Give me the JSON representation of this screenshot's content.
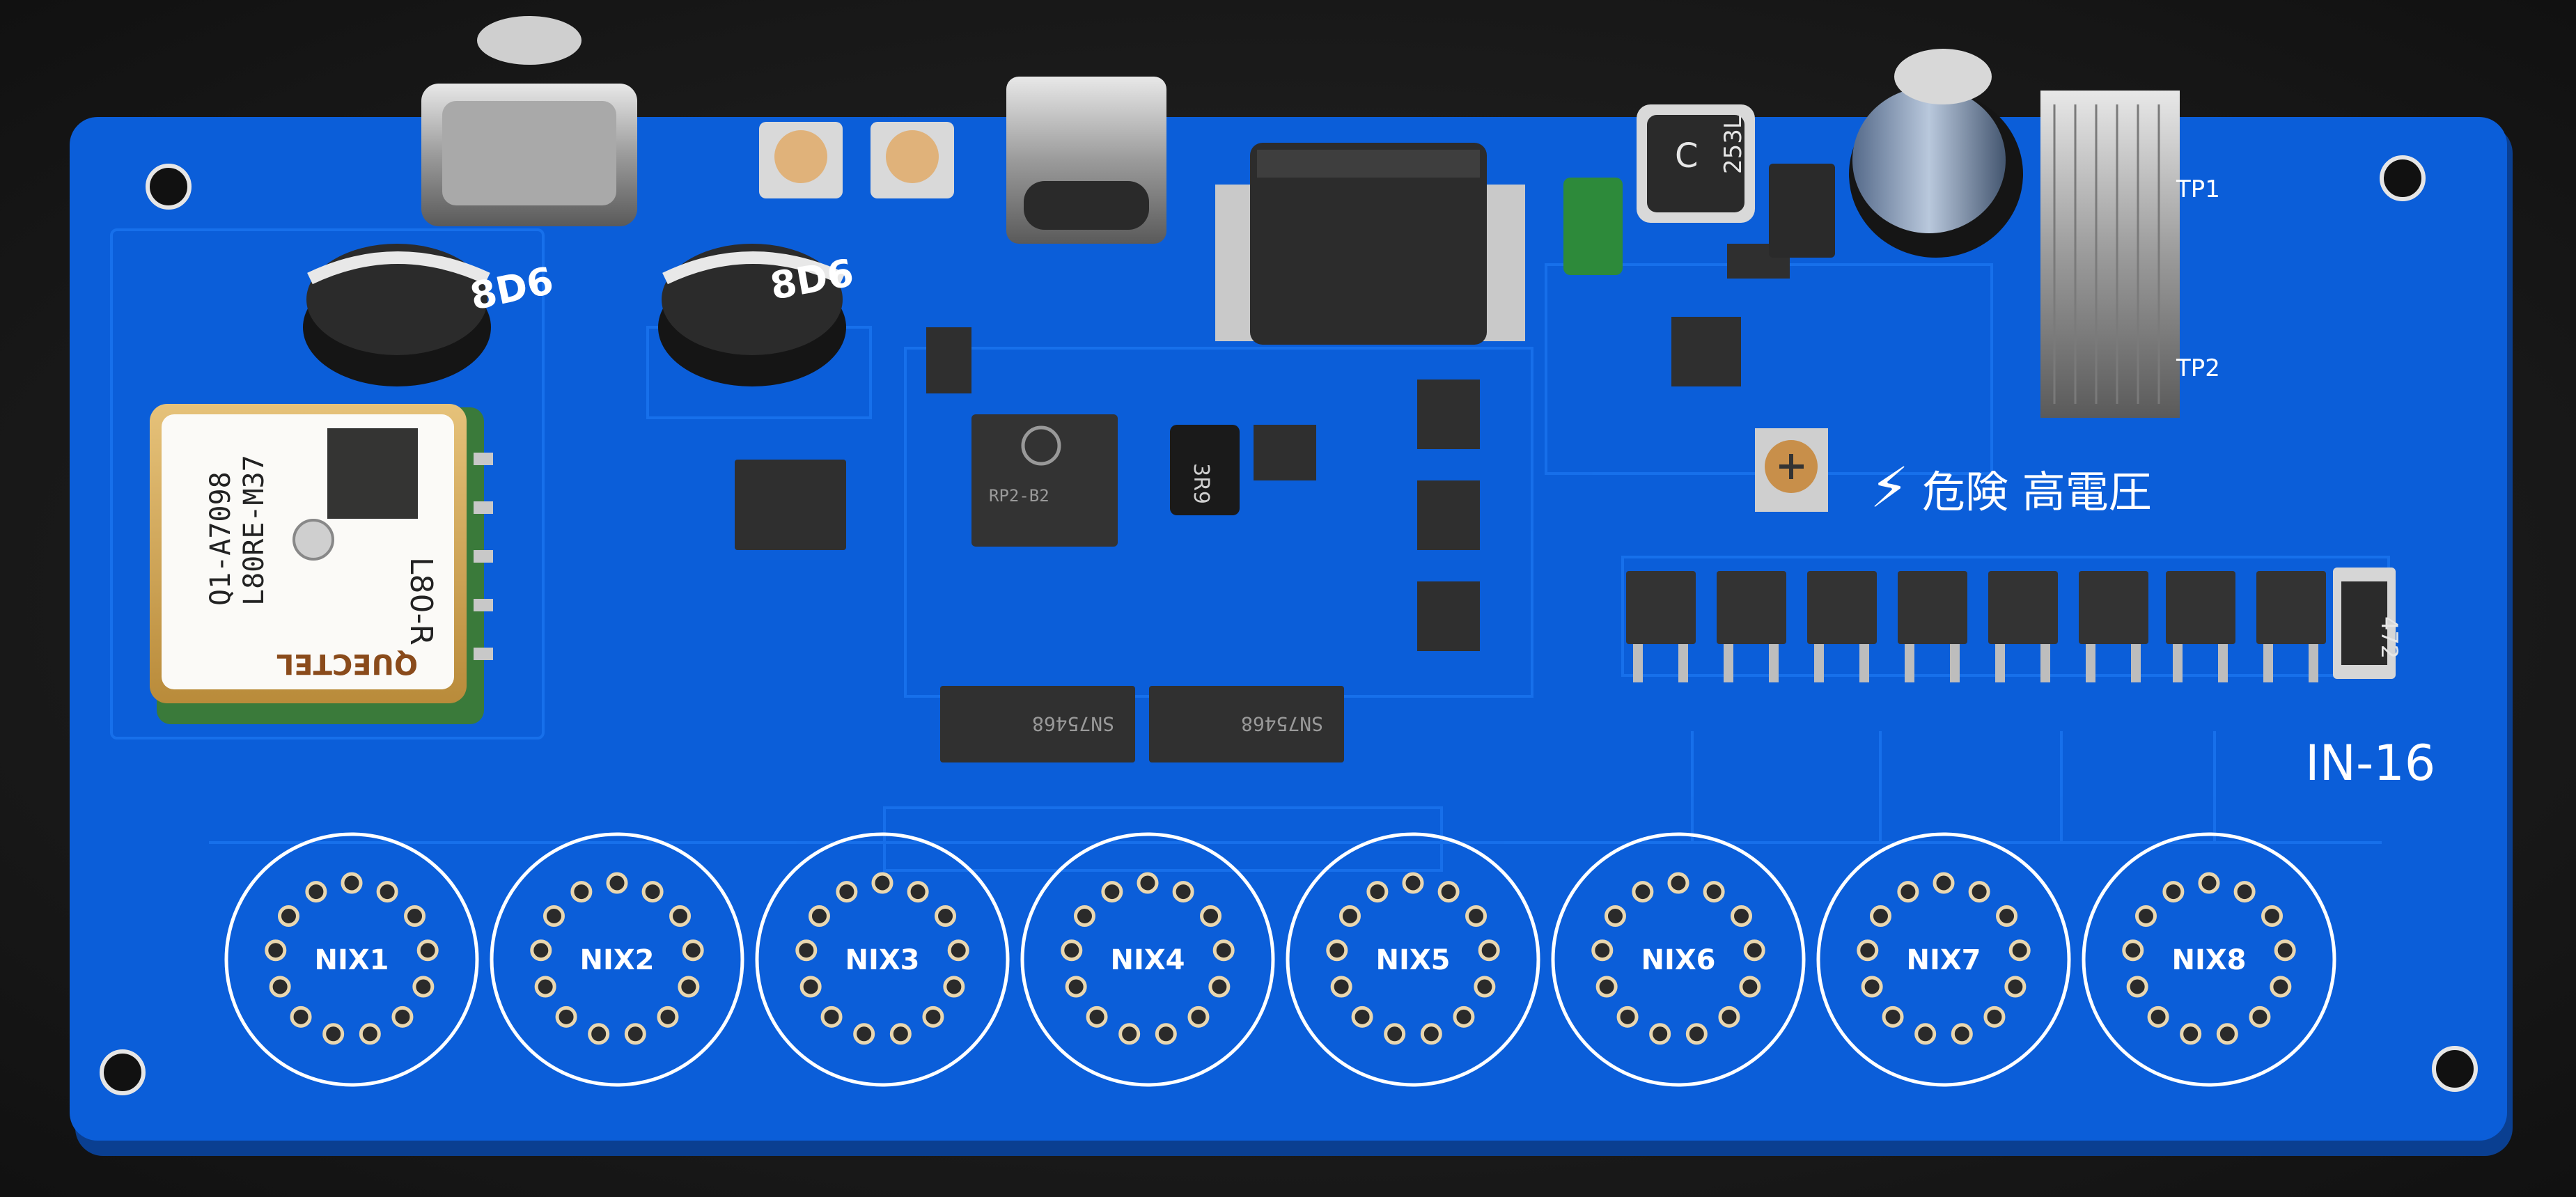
{
  "silkscreen": {
    "warning_glyph": "⚡",
    "warning_text": "危険 高電圧",
    "tube_type": "IN-16",
    "test_points": [
      "TP1",
      "TP2"
    ]
  },
  "sockets": [
    "NIX1",
    "NIX2",
    "NIX3",
    "NIX4",
    "NIX5",
    "NIX6",
    "NIX7",
    "NIX8"
  ],
  "components": {
    "gps_module": {
      "brand": "QUECTEL",
      "model": "L80-R",
      "part": "L80RE-M37",
      "lot": "Q1-A7098"
    },
    "supercaps": [
      "8D6",
      "8D6"
    ],
    "inductor": {
      "top": "C",
      "bottom": "253L"
    },
    "mcu_marking": "RP2-B2",
    "drivers": [
      "SN75468",
      "SN75468"
    ],
    "resistor_value": "472",
    "small_inductor": "3R9"
  },
  "colors": {
    "pcb": "#0b5ed9",
    "board_shadow": "#0a3f91",
    "silkscreen": "#ffffff",
    "background": "#1a1a1a",
    "gold_pad": "#c9a24b"
  }
}
